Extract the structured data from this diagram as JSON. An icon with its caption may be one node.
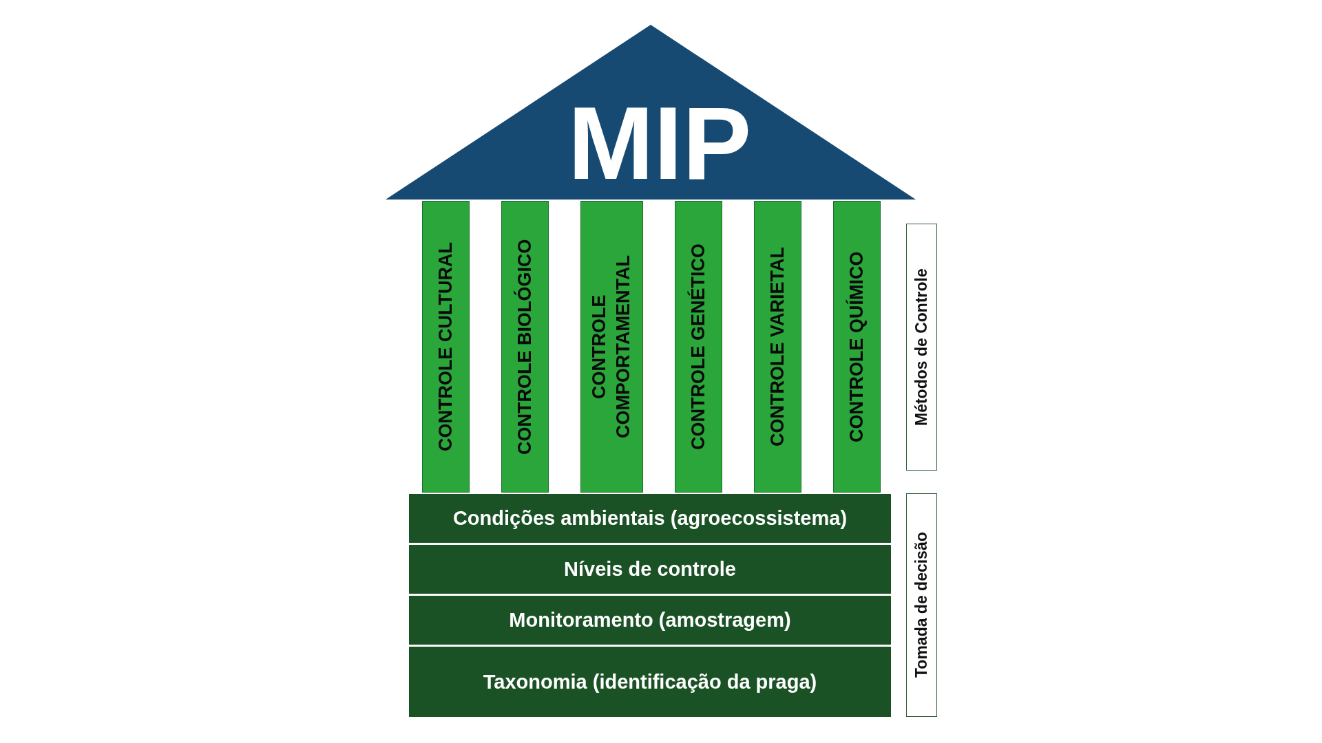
{
  "diagram": {
    "nodes": [
      {
        "text": [
          "MIP"
        ]
      },
      {
        "text": [
          "CONTROLE CULTURAL"
        ]
      },
      {
        "text": [
          "CONTROLE BIOLÓGICO"
        ]
      },
      {
        "text": [
          "CONTROLE COMPORTAMENTAL"
        ]
      },
      {
        "text": [
          "CONTROLE GENÉTICO"
        ]
      },
      {
        "text": [
          "CONTROLE VARIETAL"
        ]
      },
      {
        "text": [
          "CONTROLE QUÍMICO"
        ]
      },
      {
        "text": [
          "Condições ambientais (agroecossistema)"
        ]
      },
      {
        "text": [
          "Níveis de controle"
        ]
      },
      {
        "text": [
          "Monitoramento (amostragem)"
        ]
      },
      {
        "text": [
          "Taxonomia (identificação da praga)"
        ]
      },
      {
        "text": [
          "Métodos de Controle"
        ]
      },
      {
        "text": [
          "Tomada de decisão"
        ]
      }
    ]
  }
}
